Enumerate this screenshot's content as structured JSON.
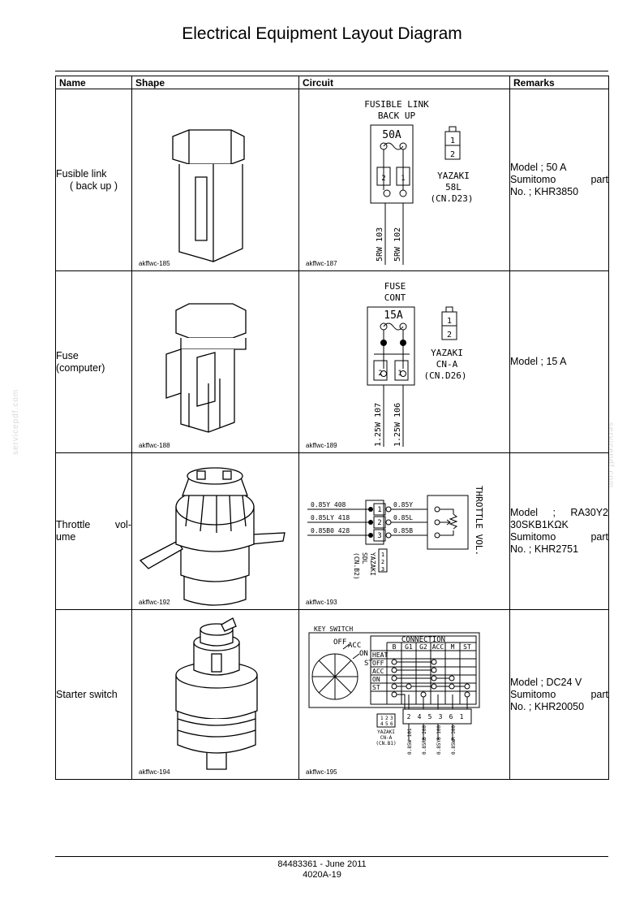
{
  "title": "Electrical Equipment Layout Diagram",
  "columns": [
    "Name",
    "Shape",
    "Circuit",
    "Remarks"
  ],
  "rows": [
    {
      "name_lines": [
        "Fusible link",
        "( back up )"
      ],
      "shape_ref": "akffwc-185",
      "circuit_ref": "akffwc-187",
      "remarks": [
        "Model ; 50 A",
        "Sumitomo part",
        "No. ; KHR3850"
      ],
      "circuit": {
        "heading": [
          "FUSIBLE LINK",
          "BACK UP"
        ],
        "rating": "50A",
        "pins": [
          "2",
          "1"
        ],
        "connector": [
          "YAZAKI",
          "58L",
          "(CN.D23)"
        ],
        "connector_pins": [
          "1",
          "2"
        ],
        "wires": [
          "5RW 103",
          "5RW 102"
        ]
      }
    },
    {
      "name_lines": [
        "Fuse",
        "(computer)"
      ],
      "shape_ref": "akffwc-188",
      "circuit_ref": "akffwc-189",
      "remarks": [
        "Model ; 15 A"
      ],
      "circuit": {
        "heading": [
          "FUSE",
          "CONT"
        ],
        "rating": "15A",
        "pins": [
          "2",
          "1"
        ],
        "connector": [
          "YAZAKI",
          "CN-A",
          "(CN.D26)"
        ],
        "connector_pins": [
          "1",
          "2"
        ],
        "wires": [
          "1.25W 107",
          "1.25W 106"
        ]
      }
    },
    {
      "name_lines": [
        "Throttle vol-",
        "ume"
      ],
      "shape_ref": "akffwc-192",
      "circuit_ref": "akffwc-193",
      "remarks": [
        "Model ; RA30Y2",
        "30SKB1KΩK",
        "Sumitomo part",
        "No. ; KHR2751"
      ],
      "circuit": {
        "left_wires": [
          "0.85Y 408",
          "0.85LY 418",
          "0.85B0 428"
        ],
        "pins": [
          "1",
          "2",
          "3"
        ],
        "right_wires": [
          "0.85Y",
          "0.85L",
          "0.85B"
        ],
        "component": "THROTTLE VOL.",
        "connector": [
          "(CN.B2)",
          "SDL",
          "YAZAKI"
        ],
        "connector_pins": [
          "1",
          "2",
          "3"
        ]
      }
    },
    {
      "name_lines": [
        "Starter switch"
      ],
      "shape_ref": "akffwc-194",
      "circuit_ref": "akffwc-195",
      "remarks": [
        "Model ; DC24 V",
        "Sumitomo part",
        "No. ; KHR20050"
      ],
      "circuit": {
        "title": "KEY SWITCH",
        "positions": [
          "OFF",
          "ACC",
          "ON",
          "ST"
        ],
        "connection_title": "CONNECTION",
        "terminals": [
          "B",
          "G1",
          "G2",
          "ACC",
          "M",
          "ST"
        ],
        "states": [
          "HEAT",
          "OFF",
          "ACC",
          "ON",
          "ST"
        ],
        "pin_numbers": [
          "2",
          "4",
          "5",
          "3",
          "6",
          "1"
        ],
        "connector_pins": [
          "1",
          "2",
          "3",
          "4",
          "5",
          "6"
        ],
        "connector": [
          "YAZAKI",
          "CN-A",
          "(CN.B1)"
        ],
        "wires": [
          "0.85W 101",
          "0.85RB 200",
          "0.85YB 100",
          "0.85WR 300"
        ]
      }
    }
  ],
  "footer": [
    "84483361 - June 2011",
    "4020A-19"
  ],
  "watermark": "servicepdf.com"
}
